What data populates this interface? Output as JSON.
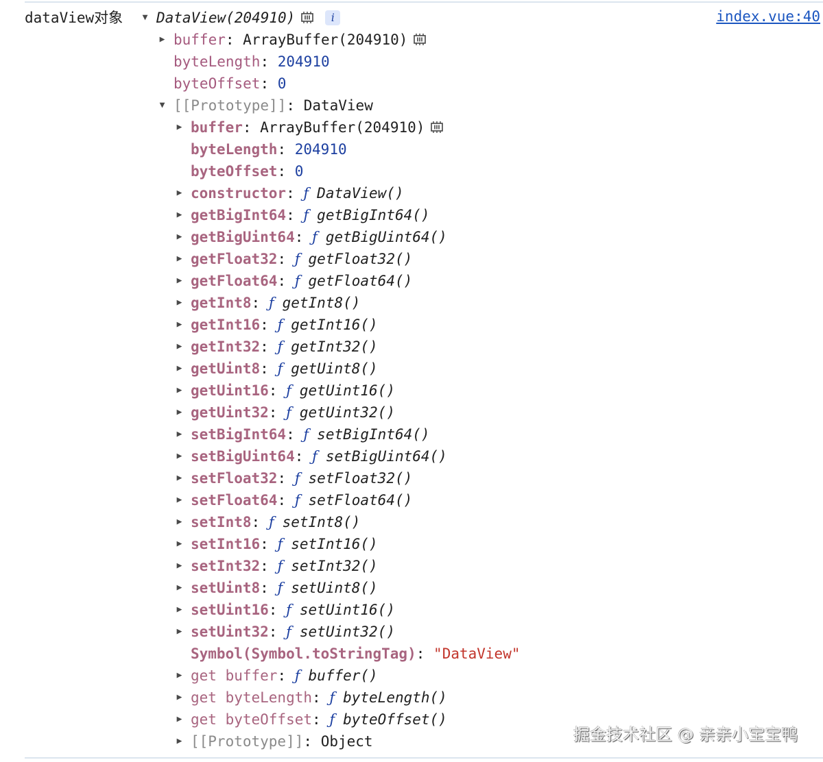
{
  "console": {
    "label": "dataView对象",
    "source_link": "index.vue:40",
    "root": {
      "summary": "DataView(204910)",
      "expanded": true
    },
    "own_props": [
      {
        "key": "buffer",
        "value": "ArrayBuffer(204910)",
        "type": "object",
        "expandable": true,
        "mem_icon": true
      },
      {
        "key": "byteLength",
        "value": "204910",
        "type": "number",
        "expandable": false
      },
      {
        "key": "byteOffset",
        "value": "0",
        "type": "number",
        "expandable": false
      }
    ],
    "prototype": {
      "key": "[[Prototype]]",
      "value": "DataView",
      "expanded": true,
      "items": [
        {
          "key": "buffer",
          "value": "ArrayBuffer(204910)",
          "type": "object",
          "expandable": true,
          "mem_icon": true
        },
        {
          "key": "byteLength",
          "value": "204910",
          "type": "number",
          "expandable": false
        },
        {
          "key": "byteOffset",
          "value": "0",
          "type": "number",
          "expandable": false
        },
        {
          "key": "constructor",
          "fn": "DataView()",
          "type": "function",
          "expandable": true
        },
        {
          "key": "getBigInt64",
          "fn": "getBigInt64()",
          "type": "function",
          "expandable": true
        },
        {
          "key": "getBigUint64",
          "fn": "getBigUint64()",
          "type": "function",
          "expandable": true
        },
        {
          "key": "getFloat32",
          "fn": "getFloat32()",
          "type": "function",
          "expandable": true
        },
        {
          "key": "getFloat64",
          "fn": "getFloat64()",
          "type": "function",
          "expandable": true
        },
        {
          "key": "getInt8",
          "fn": "getInt8()",
          "type": "function",
          "expandable": true
        },
        {
          "key": "getInt16",
          "fn": "getInt16()",
          "type": "function",
          "expandable": true
        },
        {
          "key": "getInt32",
          "fn": "getInt32()",
          "type": "function",
          "expandable": true
        },
        {
          "key": "getUint8",
          "fn": "getUint8()",
          "type": "function",
          "expandable": true
        },
        {
          "key": "getUint16",
          "fn": "getUint16()",
          "type": "function",
          "expandable": true
        },
        {
          "key": "getUint32",
          "fn": "getUint32()",
          "type": "function",
          "expandable": true
        },
        {
          "key": "setBigInt64",
          "fn": "setBigInt64()",
          "type": "function",
          "expandable": true
        },
        {
          "key": "setBigUint64",
          "fn": "setBigUint64()",
          "type": "function",
          "expandable": true
        },
        {
          "key": "setFloat32",
          "fn": "setFloat32()",
          "type": "function",
          "expandable": true
        },
        {
          "key": "setFloat64",
          "fn": "setFloat64()",
          "type": "function",
          "expandable": true
        },
        {
          "key": "setInt8",
          "fn": "setInt8()",
          "type": "function",
          "expandable": true
        },
        {
          "key": "setInt16",
          "fn": "setInt16()",
          "type": "function",
          "expandable": true
        },
        {
          "key": "setInt32",
          "fn": "setInt32()",
          "type": "function",
          "expandable": true
        },
        {
          "key": "setUint8",
          "fn": "setUint8()",
          "type": "function",
          "expandable": true
        },
        {
          "key": "setUint16",
          "fn": "setUint16()",
          "type": "function",
          "expandable": true
        },
        {
          "key": "setUint32",
          "fn": "setUint32()",
          "type": "function",
          "expandable": true
        },
        {
          "key": "Symbol(Symbol.toStringTag)",
          "value": "\"DataView\"",
          "type": "string",
          "expandable": false
        },
        {
          "key": "get buffer",
          "fn": "buffer()",
          "type": "getter",
          "expandable": true
        },
        {
          "key": "get byteLength",
          "fn": "byteLength()",
          "type": "getter",
          "expandable": true
        },
        {
          "key": "get byteOffset",
          "fn": "byteOffset()",
          "type": "getter",
          "expandable": true
        },
        {
          "key": "[[Prototype]]",
          "value": "Object",
          "type": "internal",
          "expandable": true
        }
      ]
    },
    "f_glyph": "ƒ",
    "colon": ":",
    "icons": {
      "expanded": "▼",
      "collapsed": "▶",
      "memory": "memory-inspector-icon",
      "info": "i"
    }
  },
  "watermark": "掘金技术社区 @ 亲亲小宝宝鸭"
}
